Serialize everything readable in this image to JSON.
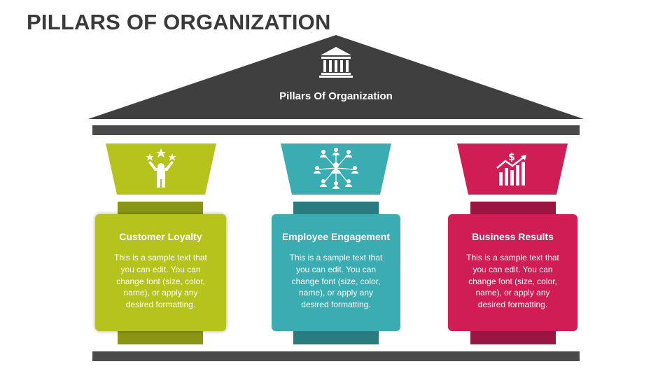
{
  "title": "PILLARS OF ORGANIZATION",
  "roof": {
    "label": "Pillars Of Organization",
    "icon": "pillar-building-icon"
  },
  "pillars": [
    {
      "title": "Customer Loyalty",
      "text": "This is a sample text that you can edit. You can change font (size, color, name), or apply any desired formatting.",
      "icon": "person-stars-icon",
      "color": "#b5c31c",
      "dark": "#8a9516"
    },
    {
      "title": "Employee Engagement",
      "text": "This is a sample text that you can edit. You can change font (size, color, name), or apply any desired formatting.",
      "icon": "people-network-icon",
      "color": "#3aacb2",
      "dark": "#2a7b80"
    },
    {
      "title": "Business Results",
      "text": "This is a sample text that you can edit. You can change font (size, color, name), or apply any desired formatting.",
      "icon": "growth-chart-dollar-icon",
      "color": "#d11d55",
      "dark": "#9a1541"
    }
  ],
  "colors": {
    "roof": "#3f3f3f",
    "beam": "#4a4a4a",
    "title": "#3a3a3a"
  }
}
